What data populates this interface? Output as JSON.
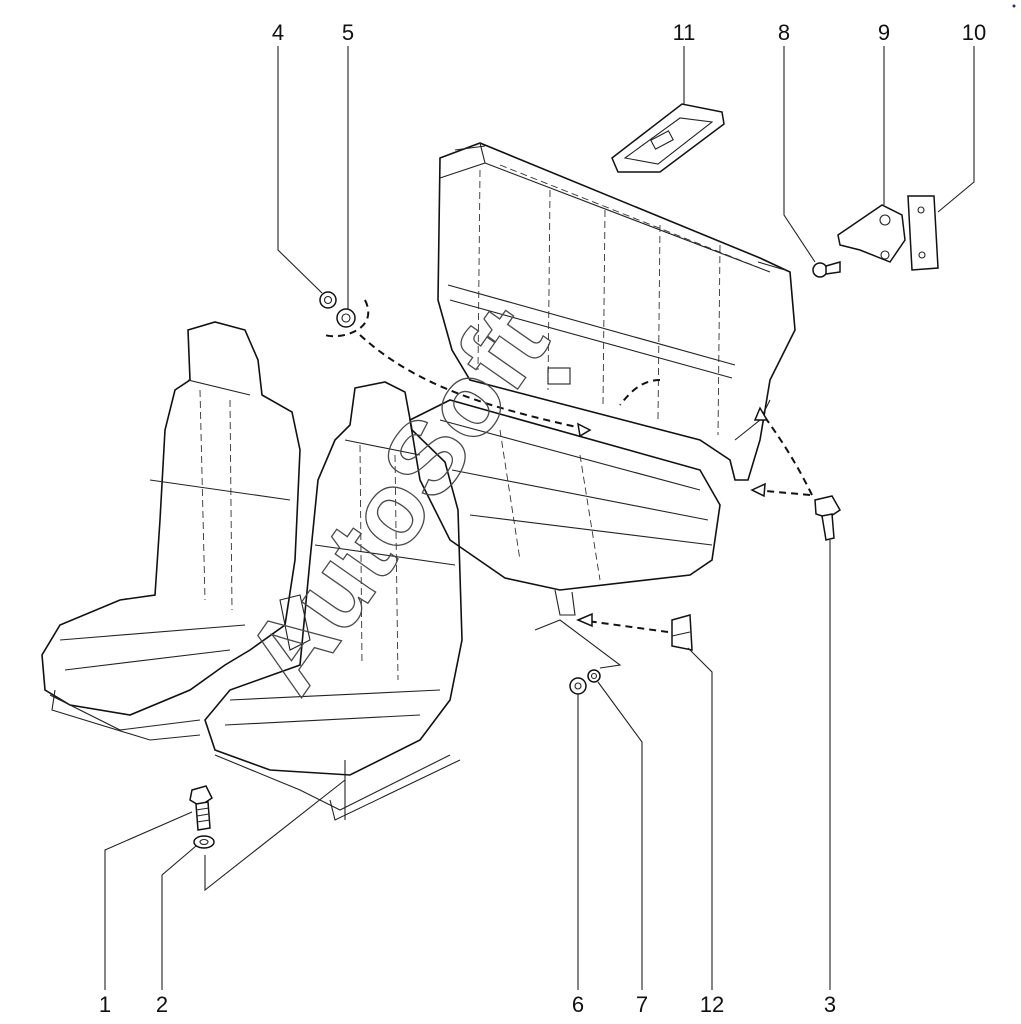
{
  "watermark": "AutoSoft",
  "callouts": [
    {
      "id": "1",
      "label": "1"
    },
    {
      "id": "2",
      "label": "2"
    },
    {
      "id": "3",
      "label": "3"
    },
    {
      "id": "4",
      "label": "4"
    },
    {
      "id": "5",
      "label": "5"
    },
    {
      "id": "6",
      "label": "6"
    },
    {
      "id": "7",
      "label": "7"
    },
    {
      "id": "8",
      "label": "8"
    },
    {
      "id": "9",
      "label": "9"
    },
    {
      "id": "10",
      "label": "10"
    },
    {
      "id": "11",
      "label": "11"
    },
    {
      "id": "12",
      "label": "12"
    }
  ],
  "colors": {
    "line": "#111111",
    "background": "#ffffff",
    "watermark": "#4a4a4a"
  }
}
